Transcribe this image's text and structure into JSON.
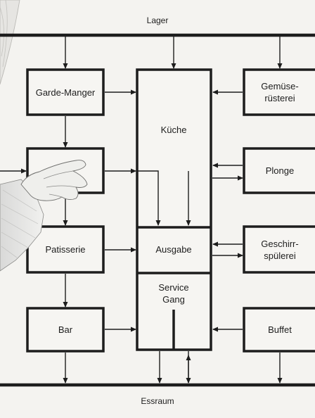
{
  "diagram": {
    "top_bus_label": "Lager",
    "bottom_bus_label": "Essraum",
    "boxes": {
      "garde_manger": "Garde-Manger",
      "kueche": "Küche",
      "patisserie": "Patisserie",
      "ausgabe": "Ausgabe",
      "service_line1": "Service",
      "service_line2": "Gang",
      "bar": "Bar",
      "buffet": "Buffet",
      "gemuese_line1": "Gemüse-",
      "gemuese_line2": "rüsterei",
      "plonge": "Plonge",
      "geschirr_line1": "Geschirr-",
      "geschirr_line2": "spülerei"
    }
  }
}
